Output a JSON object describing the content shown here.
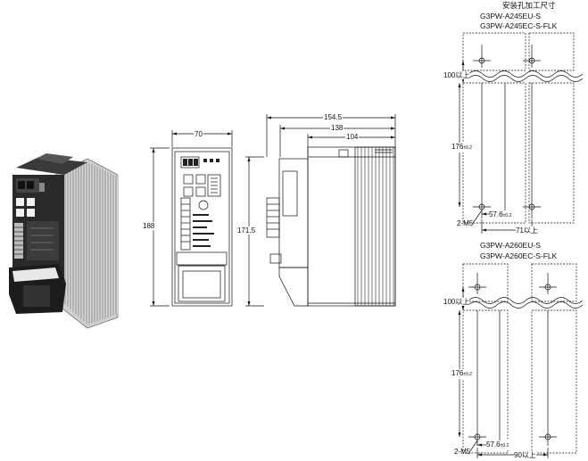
{
  "product_photo": {
    "alt": "G3PW power controller"
  },
  "front_view": {
    "width_dim": "70",
    "height_dim": "188"
  },
  "side_view": {
    "dims": [
      "154.5",
      "138",
      "104"
    ],
    "height_dim": "171.5"
  },
  "mounting": {
    "title": "安装孔加工尺寸",
    "top_models": [
      "G3PW-A245EU-S",
      "G3PW-A245EC-S-FLK"
    ],
    "bottom_models": [
      "G3PW-A260EU-S",
      "G3PW-A260EC-S-FLK"
    ],
    "top": {
      "clearance": "100以上",
      "height": "176",
      "height_tol": "±0.2",
      "screw": "2-M5",
      "pitch": "57.6",
      "pitch_tol": "±0.2",
      "spacing": "71以上"
    },
    "bottom": {
      "clearance": "100以上",
      "height": "176",
      "height_tol": "±0.2",
      "screw": "2-M5",
      "pitch": "57.6",
      "pitch_tol": "±0.2",
      "spacing": "90以上"
    }
  }
}
